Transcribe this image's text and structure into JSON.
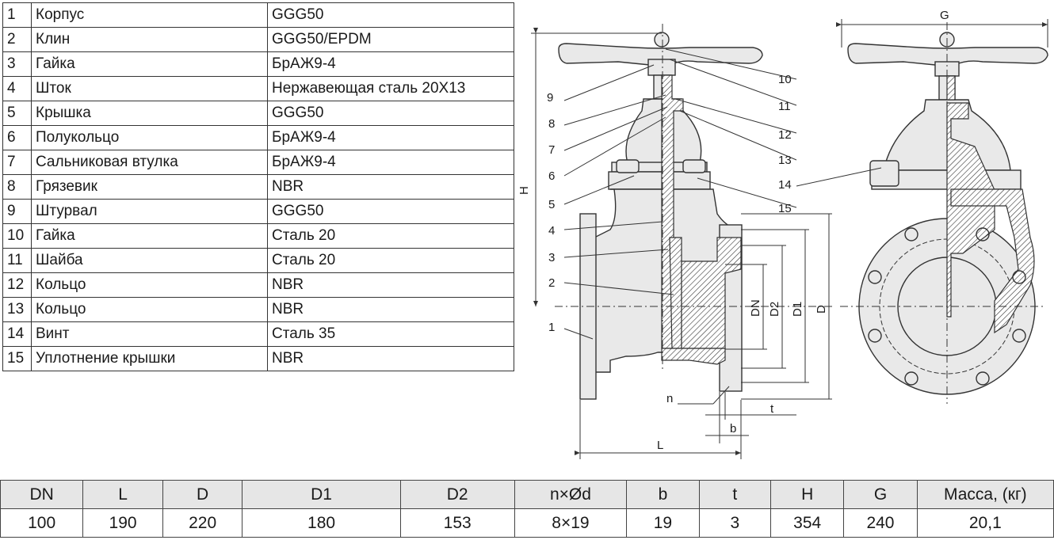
{
  "parts_table": [
    {
      "num": "1",
      "name": "Корпус",
      "material": "GGG50"
    },
    {
      "num": "2",
      "name": "Клин",
      "material": "GGG50/EPDM"
    },
    {
      "num": "3",
      "name": "Гайка",
      "material": "БрАЖ9-4"
    },
    {
      "num": "4",
      "name": "Шток",
      "material": "Нержавеющая сталь 20Х13"
    },
    {
      "num": "5",
      "name": "Крышка",
      "material": "GGG50"
    },
    {
      "num": "6",
      "name": "Полукольцо",
      "material": "БрАЖ9-4"
    },
    {
      "num": "7",
      "name": "Сальниковая втулка",
      "material": "БрАЖ9-4"
    },
    {
      "num": "8",
      "name": "Грязевик",
      "material": "NBR"
    },
    {
      "num": "9",
      "name": "Штурвал",
      "material": "GGG50"
    },
    {
      "num": "10",
      "name": "Гайка",
      "material": "Сталь 20"
    },
    {
      "num": "11",
      "name": "Шайба",
      "material": "Сталь 20"
    },
    {
      "num": "12",
      "name": "Кольцо",
      "material": "NBR"
    },
    {
      "num": "13",
      "name": "Кольцо",
      "material": "NBR"
    },
    {
      "num": "14",
      "name": "Винт",
      "material": "Сталь 35"
    },
    {
      "num": "15",
      "name": "Уплотнение крышки",
      "material": "NBR"
    }
  ],
  "dimensions_table": {
    "headers": [
      "DN",
      "L",
      "D",
      "D1",
      "D2",
      "n×Ød",
      "b",
      "t",
      "H",
      "G",
      "Масса, (кг)"
    ],
    "values": [
      "100",
      "190",
      "220",
      "180",
      "153",
      "8×19",
      "19",
      "3",
      "354",
      "240",
      "20,1"
    ]
  },
  "drawing": {
    "callouts": [
      "1",
      "2",
      "3",
      "4",
      "5",
      "6",
      "7",
      "8",
      "9",
      "10",
      "11",
      "12",
      "13",
      "14",
      "15"
    ],
    "dim_labels": {
      "H": "H",
      "G": "G",
      "L": "L",
      "DN": "DN",
      "D2": "D2",
      "D1": "D1",
      "D": "D",
      "n": "n",
      "b": "b",
      "t": "t"
    }
  }
}
